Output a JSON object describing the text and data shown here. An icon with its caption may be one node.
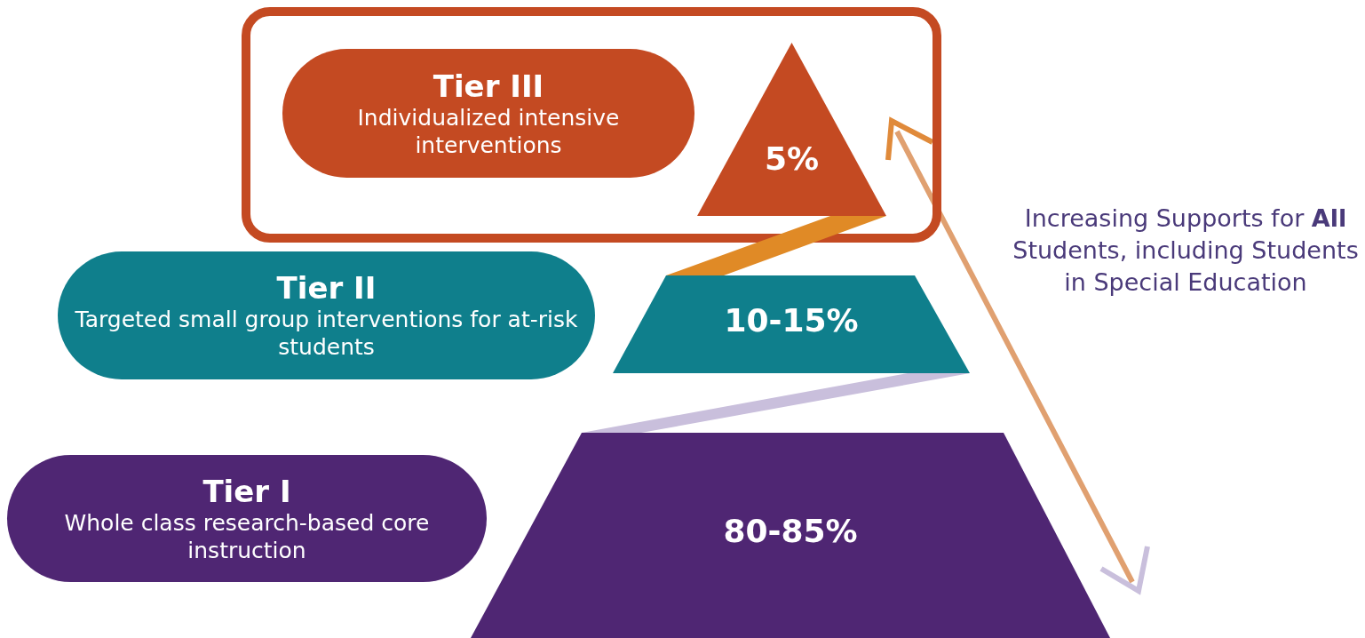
{
  "diagram": {
    "nodes": [
      {
        "text": [],
        "shape": "box"
      },
      {
        "text": [
          "Tier III",
          "Individualized intensive interventions"
        ],
        "in": 0
      },
      {
        "text": [
          "5%"
        ],
        "in": 0
      },
      {
        "text": [],
        "shape": "band"
      },
      {
        "text": [
          "Tier II",
          "Targeted small group interventions for at-risk students"
        ]
      },
      {
        "text": [
          "10-15%"
        ]
      },
      {
        "text": [],
        "shape": "band"
      },
      {
        "text": [
          "Tier I",
          "Whole class research-based core instruction"
        ]
      },
      {
        "text": [
          "80-85%"
        ]
      }
    ],
    "edges": [],
    "labels": [
      "Increasing Supports for **All** Students, including Students in Special Education"
    ]
  }
}
